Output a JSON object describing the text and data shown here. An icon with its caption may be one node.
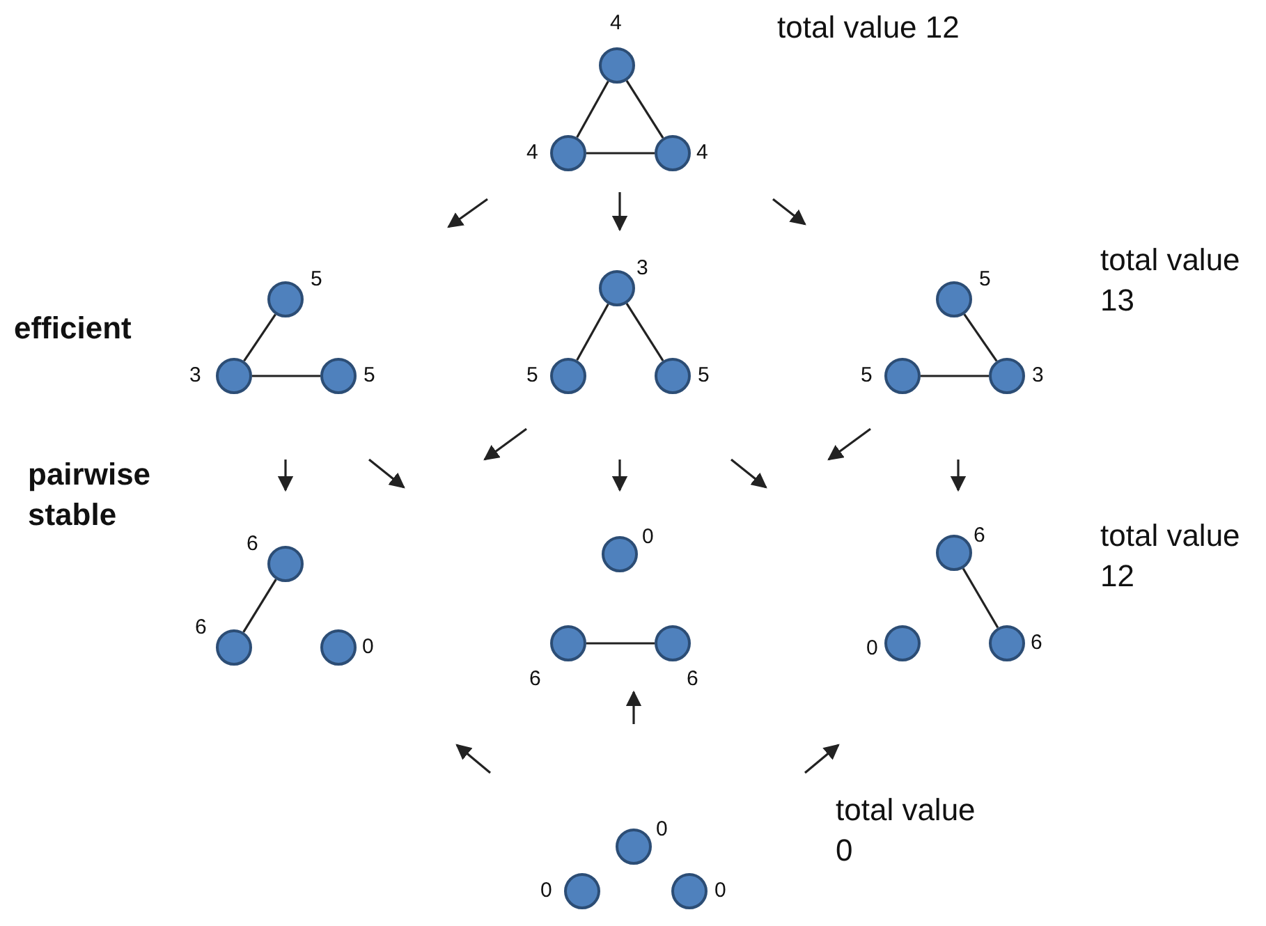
{
  "diagram": {
    "nodes": [
      {
        "text": [],
        "shape": "circle",
        "beside": [
          "4"
        ]
      },
      {
        "text": [],
        "shape": "circle",
        "beside": [
          "4"
        ]
      },
      {
        "text": [],
        "shape": "circle",
        "beside": [
          "4"
        ]
      },
      {
        "text": [],
        "shape": "circle",
        "beside": [
          "5"
        ]
      },
      {
        "text": [],
        "shape": "circle",
        "beside": [
          "3"
        ]
      },
      {
        "text": [],
        "shape": "circle",
        "beside": [
          "5"
        ]
      },
      {
        "text": [],
        "shape": "circle",
        "beside": [
          "3"
        ]
      },
      {
        "text": [],
        "shape": "circle",
        "beside": [
          "5"
        ]
      },
      {
        "text": [],
        "shape": "circle",
        "beside": [
          "5"
        ]
      },
      {
        "text": [],
        "shape": "circle",
        "beside": [
          "5"
        ]
      },
      {
        "text": [],
        "shape": "circle",
        "beside": [
          "5"
        ]
      },
      {
        "text": [],
        "shape": "circle",
        "beside": [
          "3"
        ]
      },
      {
        "text": [],
        "shape": "circle",
        "beside": [
          "6"
        ]
      },
      {
        "text": [],
        "shape": "circle",
        "beside": [
          "6"
        ]
      },
      {
        "text": [],
        "shape": "circle",
        "beside": [
          "0"
        ]
      },
      {
        "text": [],
        "shape": "circle",
        "beside": [
          "0"
        ]
      },
      {
        "text": [],
        "shape": "circle",
        "beside": [
          "6"
        ]
      },
      {
        "text": [],
        "shape": "circle",
        "beside": [
          "6"
        ]
      },
      {
        "text": [],
        "shape": "circle",
        "beside": [
          "6"
        ]
      },
      {
        "text": [],
        "shape": "circle",
        "beside": [
          "0"
        ]
      },
      {
        "text": [],
        "shape": "circle",
        "beside": [
          "6"
        ]
      },
      {
        "text": [],
        "shape": "circle",
        "beside": [
          "0"
        ]
      },
      {
        "text": [],
        "shape": "circle",
        "beside": [
          "0"
        ]
      },
      {
        "text": [],
        "shape": "circle",
        "beside": [
          "0"
        ]
      }
    ],
    "edges": [
      {
        "from": 0,
        "to": 1,
        "arrow": "none"
      },
      {
        "from": 0,
        "to": 2,
        "arrow": "none"
      },
      {
        "from": 1,
        "to": 2,
        "arrow": "none"
      },
      {
        "from": 3,
        "to": 4,
        "arrow": "none"
      },
      {
        "from": 4,
        "to": 5,
        "arrow": "none"
      },
      {
        "from": 6,
        "to": 7,
        "arrow": "none"
      },
      {
        "from": 6,
        "to": 8,
        "arrow": "none"
      },
      {
        "from": 9,
        "to": 11,
        "arrow": "none"
      },
      {
        "from": 10,
        "to": 11,
        "arrow": "none"
      },
      {
        "from": 12,
        "to": 13,
        "arrow": "none"
      },
      {
        "from": 16,
        "to": 17,
        "arrow": "none"
      },
      {
        "from": 18,
        "to": 20,
        "arrow": "none"
      }
    ],
    "labels": [
      "total value 12",
      "efficient",
      "total value 13",
      "pairwise stable",
      "total value 12",
      "total value 0"
    ]
  }
}
